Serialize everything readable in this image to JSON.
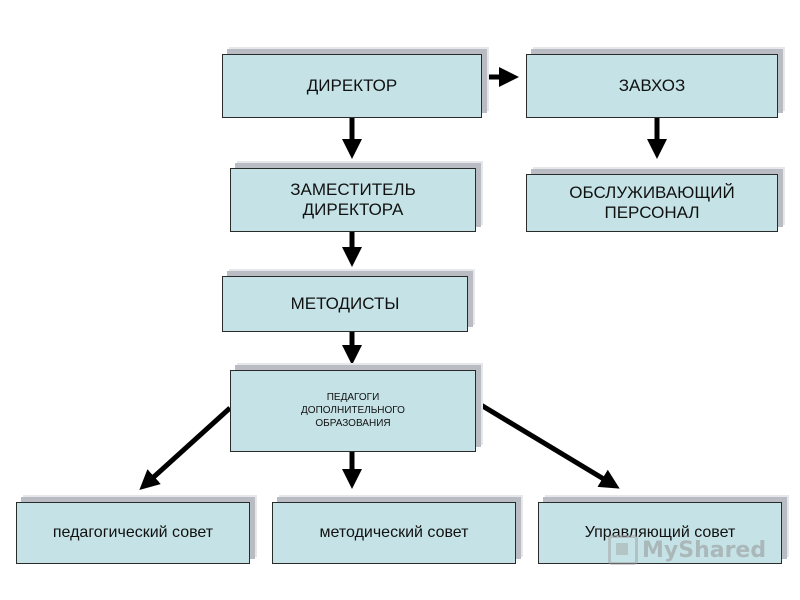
{
  "nodes": {
    "director": "ДИРЕКТОР",
    "zavhoz": "ЗАВХОЗ",
    "deputy": "ЗАМЕСТИТЕЛЬ\nДИРЕКТОРА",
    "service_staff": "ОБСЛУЖИВАЮЩИЙ\nПЕРСОНАЛ",
    "methodists": "МЕТОДИСТЫ",
    "teachers": "ПЕДАГОГИ\nДОПОЛНИТЕЛЬНОГО\nОБРАЗОВАНИЯ",
    "ped_council": "педагогический совет",
    "method_council": "методический совет",
    "governing_council": "Управляющий совет"
  },
  "watermark": "MyShared",
  "colors": {
    "box_fill": "#c5e3e6",
    "border": "#2a2a2a",
    "arrow": "#000000"
  }
}
